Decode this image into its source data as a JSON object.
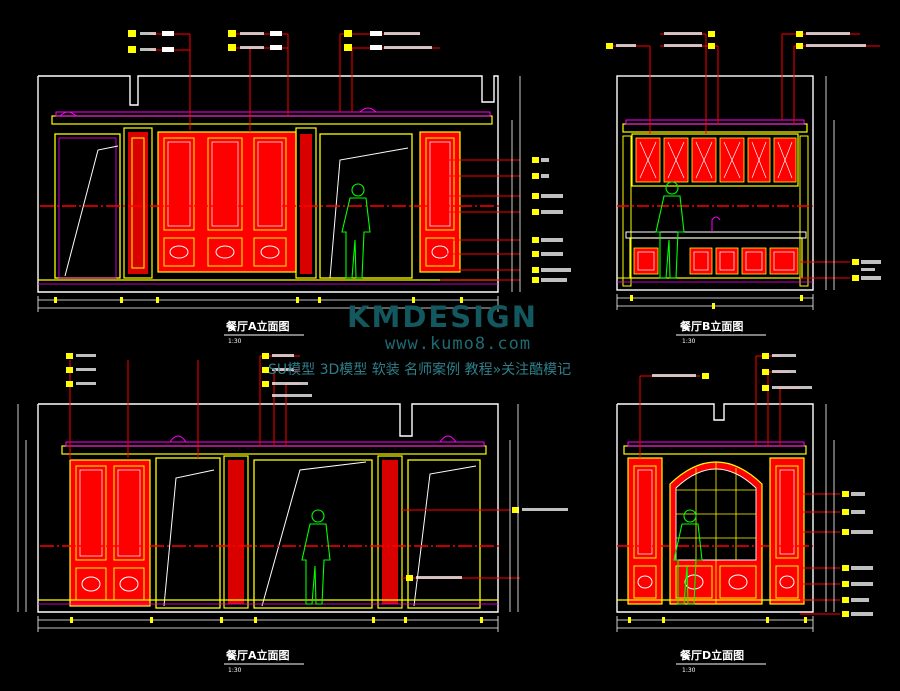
{
  "drawings": [
    {
      "title": "餐厅A立面图",
      "scale": "1:30"
    },
    {
      "title": "餐厅B立面图",
      "scale": "1:30"
    },
    {
      "title": "餐厅A立面图",
      "scale": "1:30"
    },
    {
      "title": "餐厅D立面图",
      "scale": "1:30"
    }
  ],
  "watermark": {
    "brand": "KMDESIGN",
    "url": "www.kumo8.com",
    "tagline": "SU模型 3D模型 软装 名师案例 教程»关注酷模记"
  },
  "colors": {
    "background": "#000000",
    "outline": "#ffffff",
    "panel": "#ff0000",
    "trim": "#ffff00",
    "figure": "#00ff00",
    "magenta": "#ff00ff",
    "watermark": "#13585f"
  }
}
